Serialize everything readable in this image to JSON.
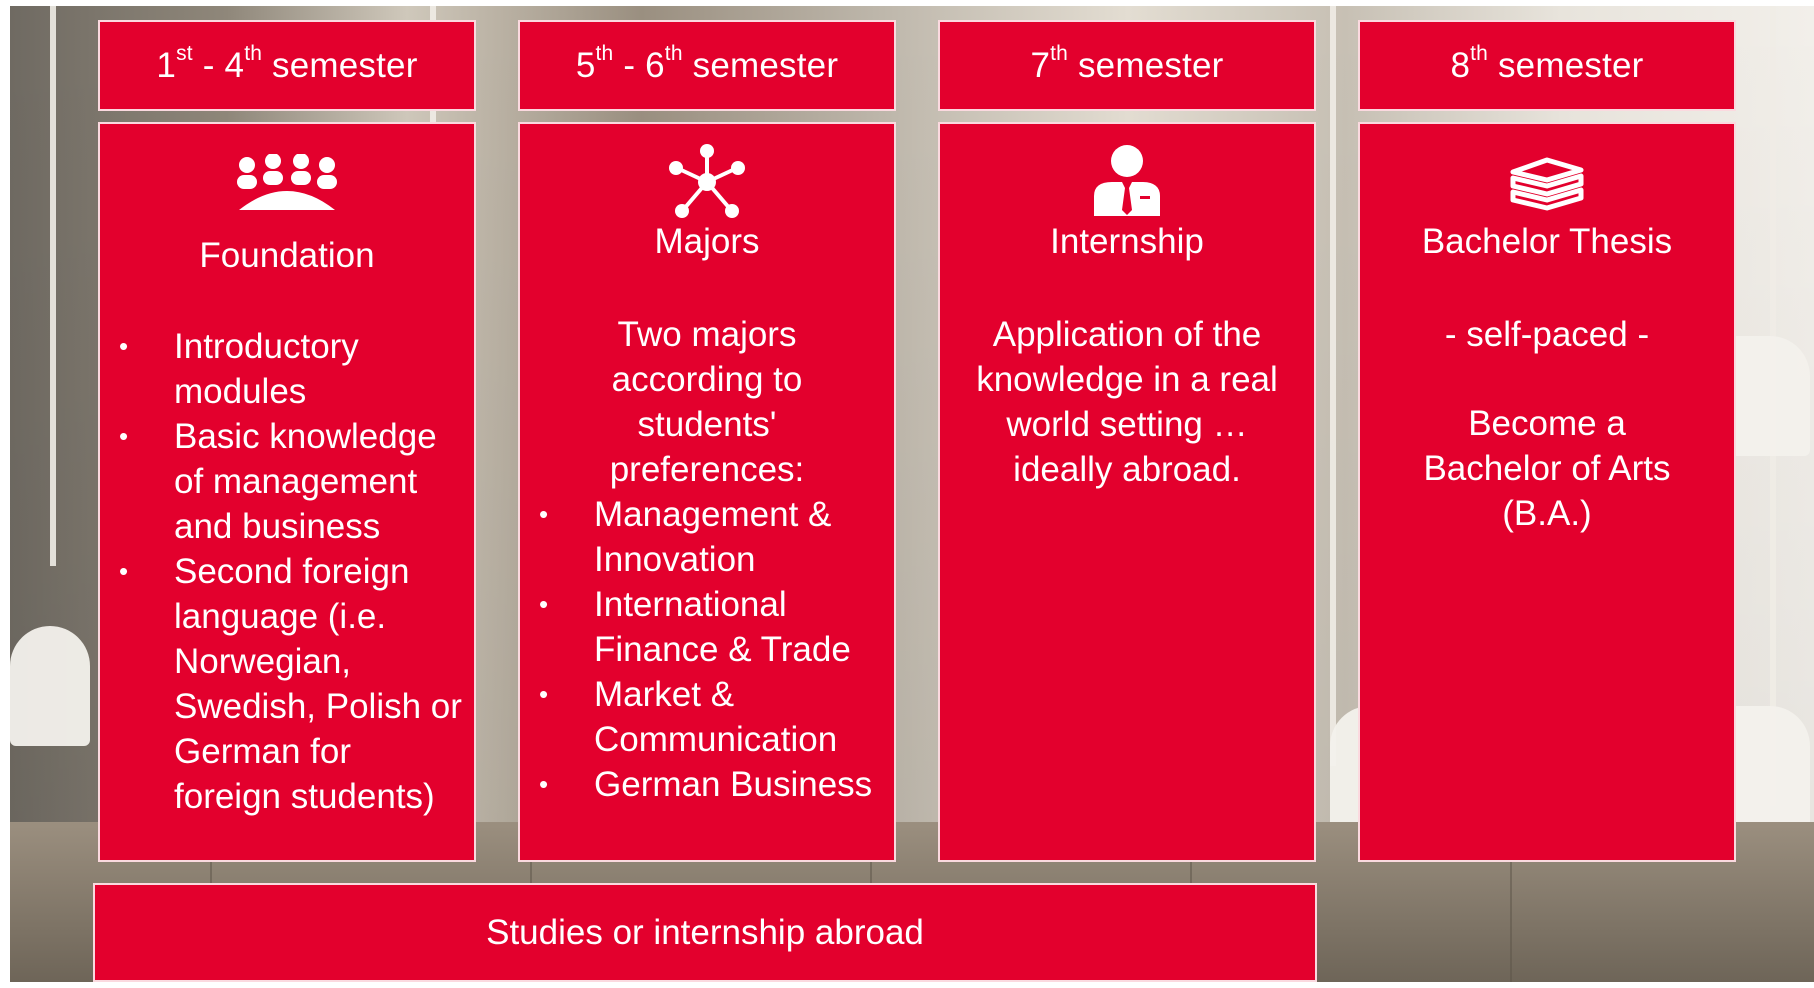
{
  "headers": [
    {
      "num1": "1",
      "sup1": "st",
      "sep": " - ",
      "num2": "4",
      "sup2": "th",
      "label": " semester"
    },
    {
      "num1": "5",
      "sup1": "th",
      "sep": " - ",
      "num2": "6",
      "sup2": "th",
      "label": " semester"
    },
    {
      "num1": "7",
      "sup1": "th",
      "label": " semester"
    },
    {
      "num1": "8",
      "sup1": "th",
      "label": " semester"
    }
  ],
  "cards": {
    "foundation": {
      "icon": "group-meeting-icon",
      "title": "Foundation",
      "bullets": [
        "Introductory modules",
        "Basic knowledge of management and business",
        "Second foreign language (i.e. Norwegian, Swedish, Polish or German for foreign students)"
      ]
    },
    "majors": {
      "icon": "network-hub-icon",
      "title": "Majors",
      "intro": "Two majors according to students' preferences:",
      "bullets": [
        "Management & Innovation",
        "International Finance & Trade",
        "Market & Communication",
        "German Business"
      ]
    },
    "internship": {
      "icon": "businessperson-icon",
      "title": "Internship",
      "text": "Application of the knowledge in a real world setting … ideally abroad."
    },
    "thesis": {
      "icon": "stacked-books-icon",
      "title": "Bachelor Thesis",
      "line1": "- self-paced -",
      "line2": "Become a Bachelor of Arts (B.A.)"
    }
  },
  "footer": "Studies or internship abroad",
  "colors": {
    "accent": "#e3002d",
    "text": "#ffffff"
  }
}
